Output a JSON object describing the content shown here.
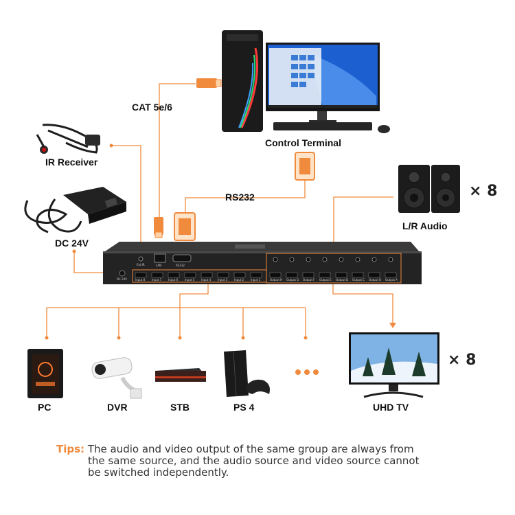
{
  "devices": {
    "control_terminal": "Control Terminal",
    "cat": "CAT 5e/6",
    "ir_receiver": "IR Receiver",
    "dc": "DC 24V",
    "rs232": "RS232",
    "lr_audio": "L/R Audio",
    "audio_multiplier": "× 8",
    "tv_multiplier": "× 8",
    "sources": [
      {
        "label": "PC"
      },
      {
        "label": "DVR"
      },
      {
        "label": "STB"
      },
      {
        "label": "PS 4"
      }
    ],
    "uhd_tv": "UHD TV",
    "more_dots": "● ● ●"
  },
  "matrix": {
    "ir_port": "Ext.IR",
    "lan_port": "LAN",
    "rs232_port": "RS232",
    "dc_port": "DC 24V",
    "inputs": [
      "Input 8",
      "Input 7",
      "Input 6",
      "Input 5",
      "Input 4",
      "Input 3",
      "Input 2",
      "Input 1"
    ],
    "outputs": [
      "Output H",
      "Output G",
      "Output F",
      "Output E",
      "Output D",
      "Output C",
      "Output B",
      "Output A"
    ]
  },
  "tips": {
    "key": "Tips:",
    "line1": "The audio and video output of the same group are always from",
    "line2": "the same source, and the audio source and video source cannot",
    "line3": "be switched independently."
  },
  "colors": {
    "accent": "#f08a3c",
    "device_body": "#1e1e1e"
  }
}
